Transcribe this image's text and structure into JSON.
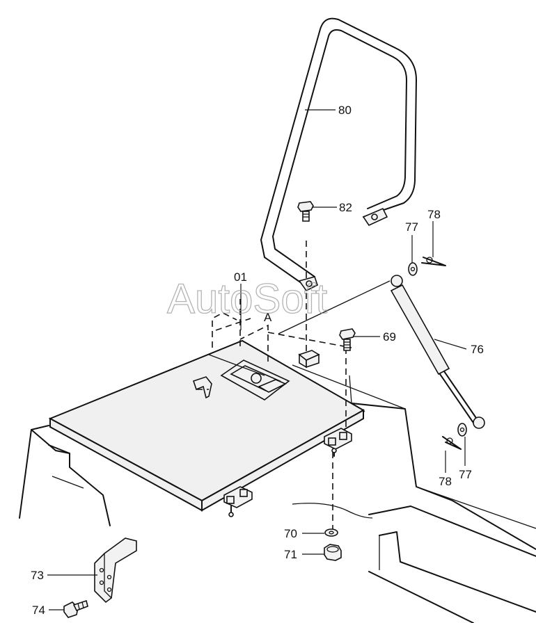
{
  "watermark": "AutoSoft",
  "callouts": {
    "c80": "80",
    "c82": "82",
    "c01": "01",
    "cA": "A",
    "c69": "69",
    "c77a": "77",
    "c78a": "78",
    "c76": "76",
    "c78b": "78",
    "c77b": "77",
    "c70": "70",
    "c71": "71",
    "c73": "73",
    "c74": "74"
  }
}
